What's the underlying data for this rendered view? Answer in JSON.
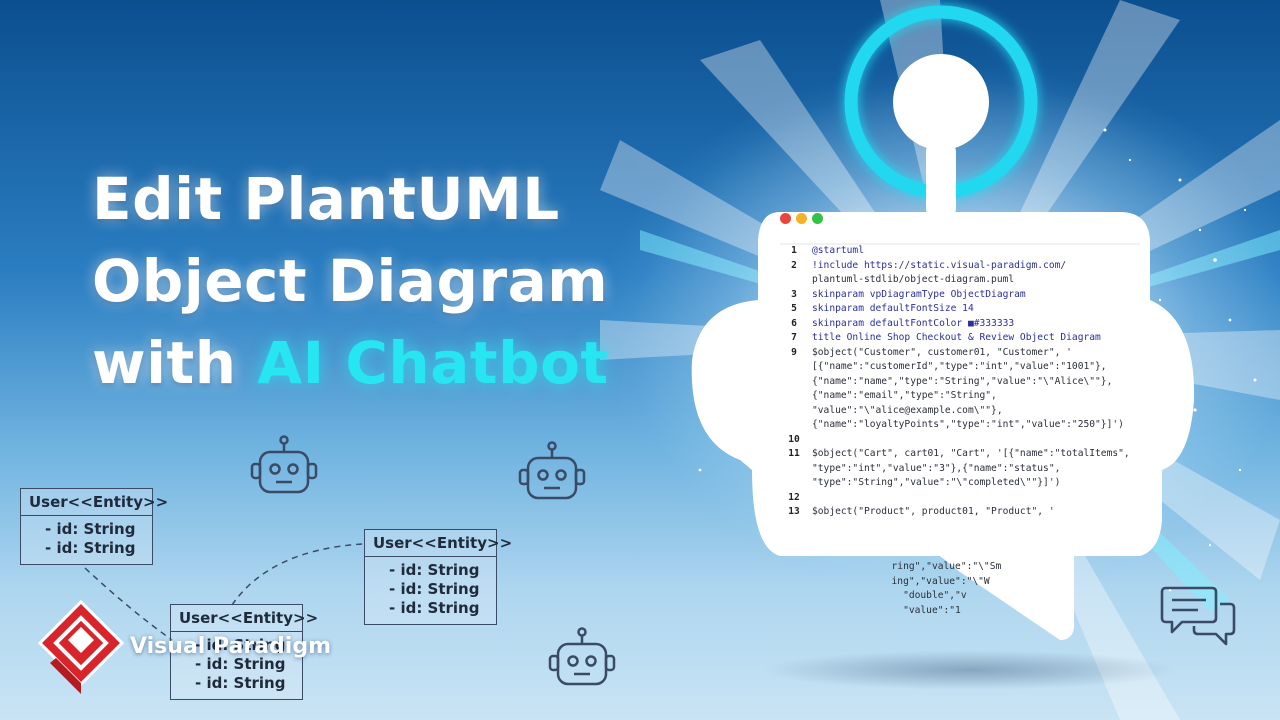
{
  "headline": {
    "line1": "Edit PlantUML",
    "line2": "Object Diagram",
    "line3_prefix": "with",
    "line3_accent": "AI Chatbot"
  },
  "colors": {
    "accent": "#27e6f2",
    "title": "#ffffff",
    "background_top": "#0b4f8f",
    "background_bottom": "#c9e4f4",
    "logo_red": "#d8252b"
  },
  "uml_boxes": [
    {
      "header": "User<<Entity>>",
      "fields": [
        "- id: String",
        "- id: String"
      ]
    },
    {
      "header": "User<<Entity>>",
      "fields": [
        "- id: String",
        "- id: String",
        "- id: String"
      ]
    },
    {
      "header": "User<<Entity>>",
      "fields": [
        "- id: String",
        "- id: String",
        "- id: String"
      ]
    }
  ],
  "icons": {
    "robot": "robot-icon",
    "chat": "chat-bubbles-icon",
    "logo": "visual-paradigm-logo"
  },
  "editor": {
    "window_dots": [
      "#e8473e",
      "#f2b328",
      "#35c04a"
    ],
    "lines": [
      {
        "n": "1",
        "text": "@startuml"
      },
      {
        "n": "2",
        "text": "!include https://static.visual-paradigm.com/"
      },
      {
        "n": "",
        "text": "plantuml-stdlib/object-diagram.puml"
      },
      {
        "n": "3",
        "text": "skinparam vpDiagramType ObjectDiagram"
      },
      {
        "n": "",
        "text": ""
      },
      {
        "n": "5",
        "text": "skinparam defaultFontSize 14"
      },
      {
        "n": "6",
        "text": "skinparam defaultFontColor ■#333333"
      },
      {
        "n": "7",
        "text": "title Online Shop Checkout & Review Object Diagram"
      },
      {
        "n": "",
        "text": ""
      },
      {
        "n": "9",
        "text": "$object(\"Customer\", customer01, \"Customer\", '"
      },
      {
        "n": "",
        "text": "[{\"name\":\"customerId\",\"type\":\"int\",\"value\":\"1001\"},"
      },
      {
        "n": "",
        "text": "{\"name\":\"name\",\"type\":\"String\",\"value\":\"\\\"Alice\\\"\"},"
      },
      {
        "n": "",
        "text": "{\"name\":\"email\",\"type\":\"String\","
      },
      {
        "n": "",
        "text": "\"value\":\"\\\"alice@example.com\\\"\"},"
      },
      {
        "n": "",
        "text": "{\"name\":\"loyaltyPoints\",\"type\":\"int\",\"value\":\"250\"}]')"
      },
      {
        "n": "10",
        "text": ""
      },
      {
        "n": "11",
        "text": "$object(\"Cart\", cart01, \"Cart\", '[{\"name\":\"totalItems\","
      },
      {
        "n": "",
        "text": "\"type\":\"int\",\"value\":\"3\"},{\"name\":\"status\","
      },
      {
        "n": "",
        "text": "\"type\":\"String\",\"value\":\"\\\"completed\\\"\"}]')"
      },
      {
        "n": "12",
        "text": ""
      },
      {
        "n": "13",
        "text": "$object(\"Product\", product01, \"Product\", '"
      }
    ],
    "tail": [
      "                    ring\",\"value\":\"\\\"Sm",
      "                    ing\",\"value\":\"\\\"W",
      "                      \"double\",\"v",
      "                      \"value\":\"1"
    ]
  },
  "brand": {
    "name": "Visual Paradigm"
  }
}
